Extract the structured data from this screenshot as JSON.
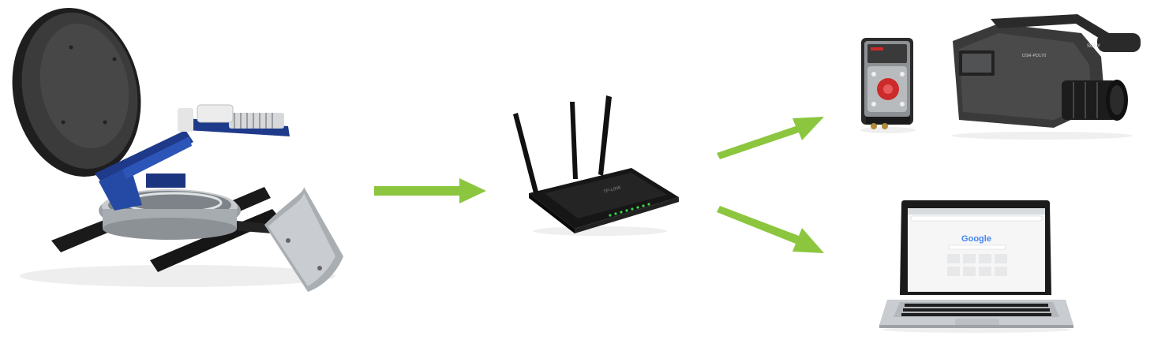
{
  "nodes": [
    {
      "id": "satellite",
      "label": "",
      "icon": "satellite-dish-icon"
    },
    {
      "id": "router",
      "label": "",
      "icon": "wifi-router-icon"
    },
    {
      "id": "encoder",
      "label": "",
      "icon": "video-encoder-icon"
    },
    {
      "id": "camcorder",
      "label": "",
      "icon": "camcorder-icon"
    },
    {
      "id": "laptop",
      "label": "",
      "icon": "laptop-icon"
    }
  ],
  "edges": [
    {
      "from": "satellite",
      "to": "router"
    },
    {
      "from": "router",
      "to": "encoder"
    },
    {
      "from": "router",
      "to": "laptop"
    }
  ],
  "device_text": {
    "router_brand": "TP-LINK",
    "camcorder_brand": "SONY",
    "camcorder_model": "DSR-PD170",
    "browser_logo": "Google"
  },
  "colors": {
    "arrow": "#8cc63f",
    "dish": "#2b2b2b",
    "arm": "#1f3a8a",
    "router": "#1c1c1c",
    "router_leds": "#3dd64a",
    "encoder_face": "#cc2b2b",
    "laptop_body": "#c9ccd0",
    "google_blue": "#4285F4",
    "google_red": "#EA4335",
    "google_yellow": "#FBBC05",
    "google_green": "#34A853"
  }
}
